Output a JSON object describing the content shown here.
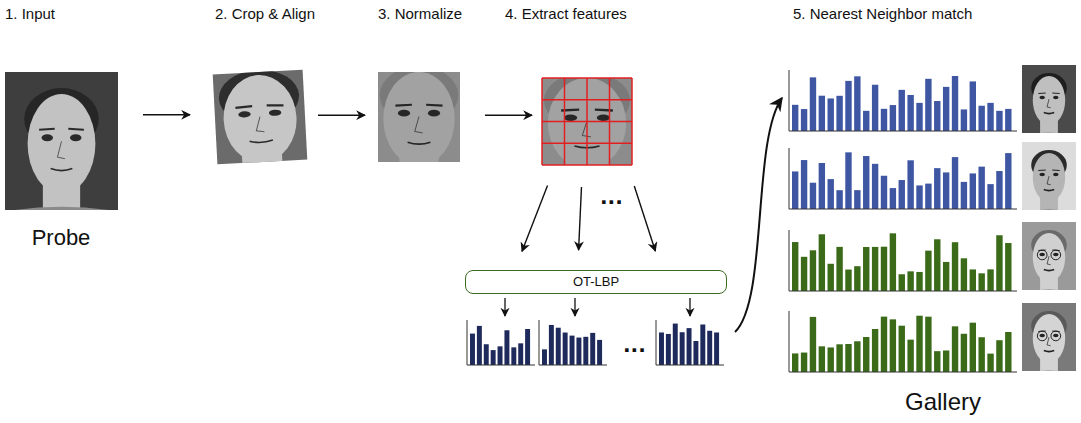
{
  "diagram": {
    "nodes": [
      {
        "text": [
          "1. Input",
          "Probe"
        ]
      },
      {
        "text": [
          "2. Crop & Align"
        ]
      },
      {
        "text": [
          "3. Normalize"
        ]
      },
      {
        "text": [
          "4. Extract features"
        ]
      },
      {
        "text": [
          "OT-LBP"
        ]
      },
      {
        "text": [
          "5. Nearest Neighbor match",
          "Gallery"
        ]
      }
    ],
    "edges": [
      {
        "from": 0,
        "to": 1,
        "arrow": "to"
      },
      {
        "from": 1,
        "to": 2,
        "arrow": "to"
      },
      {
        "from": 2,
        "to": 3,
        "arrow": "to"
      },
      {
        "from": 3,
        "to": 4,
        "arrow": "to"
      },
      {
        "from": 3,
        "to": 4,
        "arrow": "to"
      },
      {
        "from": 3,
        "to": 4,
        "arrow": "to"
      }
    ],
    "labels": [
      "...",
      "..."
    ]
  }
}
